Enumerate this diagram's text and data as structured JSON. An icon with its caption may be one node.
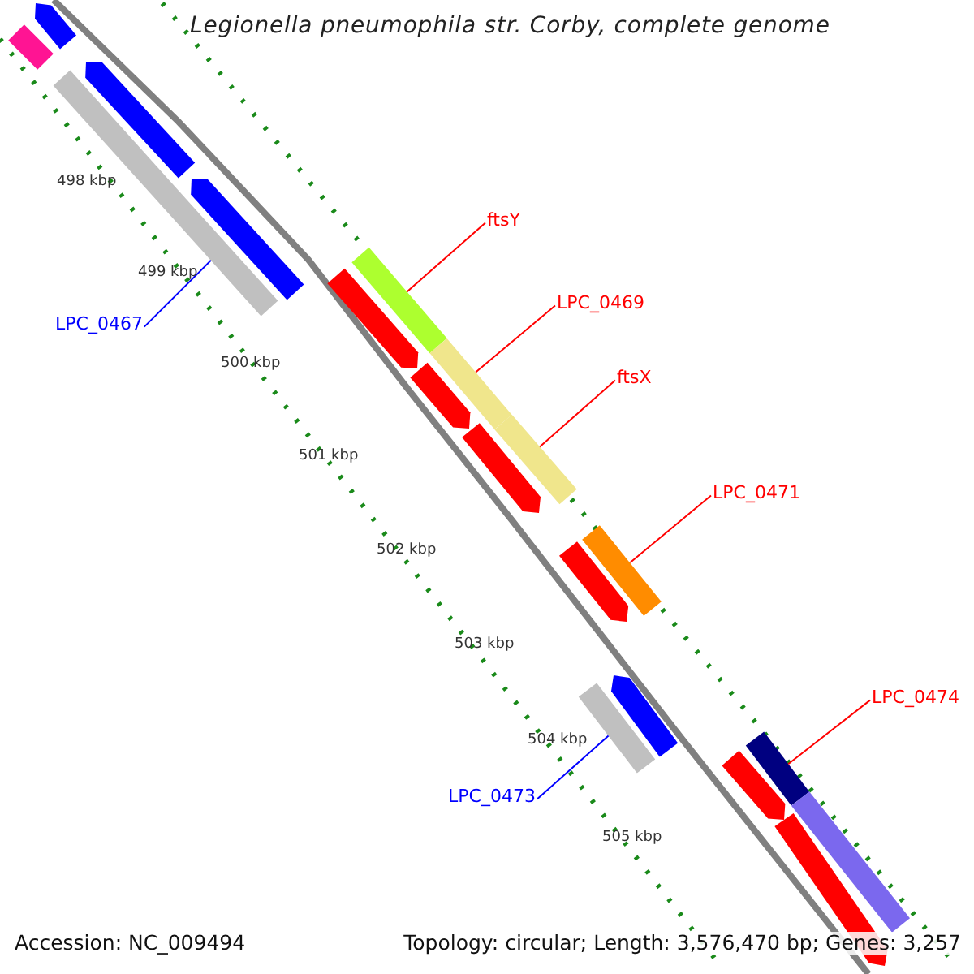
{
  "diagram": {
    "title": "Legionella pneumophila str. Corby, complete genome",
    "nodes": [
      {
        "text": [],
        "shape": "bar"
      },
      {
        "text": [],
        "shape": "arrow"
      },
      {
        "text": [],
        "shape": "arrow"
      },
      {
        "text": [],
        "shape": "bar"
      },
      {
        "text": [
          "LPC_0467"
        ]
      },
      {
        "text": [],
        "shape": "arrow"
      },
      {
        "text": [
          "ftsY"
        ]
      },
      {
        "text": [],
        "shape": "bar"
      },
      {
        "text": [],
        "shape": "arrow"
      },
      {
        "text": [
          "LPC_0469"
        ]
      },
      {
        "text": [],
        "shape": "bar"
      },
      {
        "text": [],
        "shape": "arrow"
      },
      {
        "text": [
          "ftsX"
        ]
      },
      {
        "text": [],
        "shape": "bar"
      },
      {
        "text": [],
        "shape": "arrow"
      },
      {
        "text": [
          "LPC_0471"
        ]
      },
      {
        "text": [],
        "shape": "bar"
      },
      {
        "text": [],
        "shape": "arrow"
      },
      {
        "text": [],
        "shape": "arrow"
      },
      {
        "text": [],
        "shape": "bar"
      },
      {
        "text": [
          "LPC_0473"
        ]
      },
      {
        "text": [
          "LPC_0474"
        ]
      },
      {
        "text": [],
        "shape": "bar"
      },
      {
        "text": [],
        "shape": "arrow"
      },
      {
        "text": [],
        "shape": "bar"
      },
      {
        "text": [],
        "shape": "arrow"
      }
    ],
    "edges": [
      {
        "from": 4,
        "to": 3,
        "arrow": "none",
        "color": "#0000ff"
      },
      {
        "from": 6,
        "to": 7,
        "arrow": "none"
      },
      {
        "from": 9,
        "to": 10,
        "arrow": "none"
      },
      {
        "from": 12,
        "to": 13,
        "arrow": "none"
      },
      {
        "from": 15,
        "to": 16,
        "arrow": "none"
      },
      {
        "from": 20,
        "to": 19,
        "arrow": "none",
        "color": "#0000ff"
      },
      {
        "from": 21,
        "to": 22,
        "arrow": "none"
      }
    ],
    "labels": [
      "498 kbp",
      "499 kbp",
      "500 kbp",
      "501 kbp",
      "502 kbp",
      "503 kbp",
      "504 kbp",
      "505 kbp",
      "Accession: NC_009494",
      "Topology: circular; Length: 3,576,470 bp; Genes: 3,257"
    ]
  }
}
